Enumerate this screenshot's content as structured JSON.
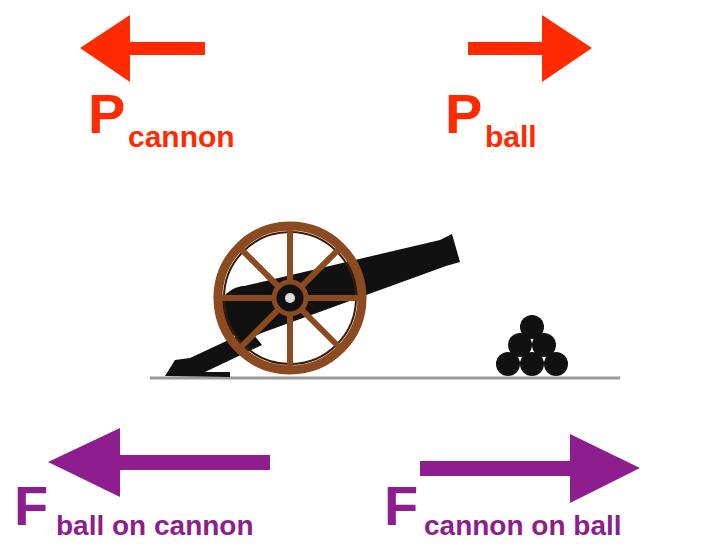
{
  "diagram": {
    "labels": [
      "P",
      "cannon",
      "P",
      "ball",
      "F",
      "ball on cannon",
      "F",
      "cannon on ball"
    ]
  }
}
